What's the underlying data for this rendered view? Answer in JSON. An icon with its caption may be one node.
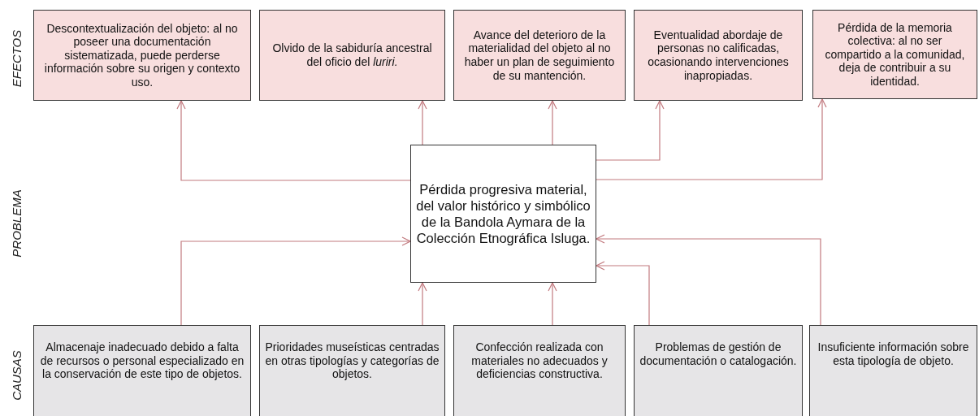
{
  "diagram": {
    "nodes": [
      {
        "text": [
          "Descontextualización del objeto: al no poseer una documentación sistematizada, puede perderse información sobre su origen y contexto uso."
        ]
      },
      {
        "text": [
          "Olvido de la sabiduría ancestral del oficio del *luriri.*"
        ]
      },
      {
        "text": [
          "Avance del deterioro de la materialidad del objeto al no haber un plan de seguimiento de su mantención."
        ]
      },
      {
        "text": [
          "Eventualidad abordaje de personas no calificadas, ocasionando intervenciones inapropiadas."
        ]
      },
      {
        "text": [
          "Pérdida de la memoria colectiva: al no ser compartido a la comunidad, deja de contribuir a su identidad."
        ]
      },
      {
        "text": [
          "Pérdida progresiva material, del valor histórico y simbólico de la Bandola Aymara de la Colección Etnográfica Isluga."
        ]
      },
      {
        "text": [
          "Almacenaje inadecuado debido a falta de recursos o personal especializado en la conservación de este tipo de objetos."
        ]
      },
      {
        "text": [
          "Prioridades museísticas centradas en otras tipologías y categorías de objetos."
        ]
      },
      {
        "text": [
          "Confección realizada con materiales no adecuados y deficiencias constructiva."
        ]
      },
      {
        "text": [
          "Problemas de gestión de documentación o catalogación."
        ]
      },
      {
        "text": [
          "Insuficiente información sobre esta tipología de objeto."
        ]
      }
    ],
    "edges": [
      {
        "from": 5,
        "to": 0,
        "arrow": "to"
      },
      {
        "from": 5,
        "to": 1,
        "arrow": "to"
      },
      {
        "from": 5,
        "to": 2,
        "arrow": "to"
      },
      {
        "from": 5,
        "to": 3,
        "arrow": "to"
      },
      {
        "from": 5,
        "to": 4,
        "arrow": "to"
      },
      {
        "from": 6,
        "to": 5,
        "arrow": "to"
      },
      {
        "from": 7,
        "to": 5,
        "arrow": "to"
      },
      {
        "from": 8,
        "to": 5,
        "arrow": "to"
      },
      {
        "from": 9,
        "to": 5,
        "arrow": "to"
      },
      {
        "from": 10,
        "to": 5,
        "arrow": "to"
      }
    ],
    "labels": [
      "EFECTOS",
      "PROBLEMA",
      "CAUSAS"
    ]
  }
}
